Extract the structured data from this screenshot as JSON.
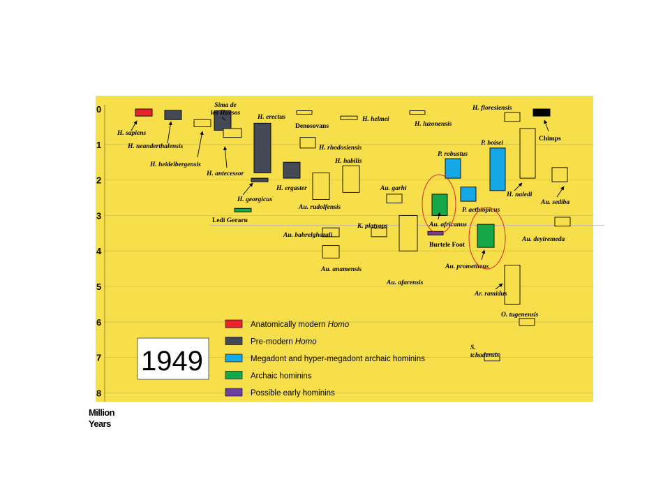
{
  "chart_data": {
    "type": "range",
    "year_label": "1949",
    "y_unit_label": [
      "Million",
      "Years"
    ],
    "y_ticks": [
      "0",
      "1",
      "2",
      "3",
      "4",
      "5",
      "6",
      "7",
      "8"
    ],
    "ylim": [
      0,
      8
    ],
    "grid": true,
    "legend": [
      {
        "label": "Anatomically modern ",
        "label_em": "Homo",
        "color": "#e8242a"
      },
      {
        "label": "Pre-modern ",
        "label_em": "Homo",
        "color": "#434a55"
      },
      {
        "label": "Megadont and hyper-megadont archaic hominins",
        "label_em": "",
        "color": "#16a8e6"
      },
      {
        "label": "Archaic hominins",
        "label_em": "",
        "color": "#16a84a"
      },
      {
        "label": "Possible early hominins",
        "label_em": "",
        "color": "#6b3fa0"
      }
    ],
    "taxa": [
      {
        "name": "H. sapiens",
        "start_mya": 0.0,
        "end_mya": 0.2,
        "group": "Anatomically modern Homo"
      },
      {
        "name": "H. neanderthalensis",
        "start_mya": 0.04,
        "end_mya": 0.3,
        "group": "Pre-modern Homo"
      },
      {
        "name": "Sima de los Huesos",
        "start_mya": 0.05,
        "end_mya": 0.6,
        "group": "Pre-modern Homo"
      },
      {
        "name": "H. heidelbergensis",
        "start_mya": 0.3,
        "end_mya": 0.5,
        "group": "unassigned"
      },
      {
        "name": "H. antecessor",
        "start_mya": 0.55,
        "end_mya": 0.8,
        "group": "unassigned"
      },
      {
        "name": "H. erectus",
        "start_mya": 0.4,
        "end_mya": 1.8,
        "group": "Pre-modern Homo"
      },
      {
        "name": "H. georgicus",
        "start_mya": 1.95,
        "end_mya": 2.05,
        "group": "Pre-modern Homo"
      },
      {
        "name": "Ledi Geraru",
        "start_mya": 2.8,
        "end_mya": 2.9,
        "group": "Archaic hominins"
      },
      {
        "name": "Denosovans",
        "start_mya": 0.05,
        "end_mya": 0.15,
        "group": "unassigned"
      },
      {
        "name": "H. rhodosiensis",
        "start_mya": 0.8,
        "end_mya": 1.1,
        "group": "unassigned"
      },
      {
        "name": "H. ergaster",
        "start_mya": 1.5,
        "end_mya": 1.95,
        "group": "Pre-modern Homo"
      },
      {
        "name": "H. habilis",
        "start_mya": 1.6,
        "end_mya": 2.35,
        "group": "unassigned"
      },
      {
        "name": "Au. rudolfensis",
        "start_mya": 1.8,
        "end_mya": 2.55,
        "group": "unassigned"
      },
      {
        "name": "H. helmei",
        "start_mya": 0.2,
        "end_mya": 0.3,
        "group": "unassigned"
      },
      {
        "name": "H. luzonensis",
        "start_mya": 0.05,
        "end_mya": 0.15,
        "group": "unassigned"
      },
      {
        "name": "Au. garhi",
        "start_mya": 2.4,
        "end_mya": 2.65,
        "group": "unassigned"
      },
      {
        "name": "Au. bahrelghazali",
        "start_mya": 3.35,
        "end_mya": 3.6,
        "group": "unassigned"
      },
      {
        "name": "K. platyops",
        "start_mya": 3.35,
        "end_mya": 3.6,
        "group": "unassigned"
      },
      {
        "name": "Au. anamensis",
        "start_mya": 3.85,
        "end_mya": 4.2,
        "group": "unassigned"
      },
      {
        "name": "Au. afarensis",
        "start_mya": 3.0,
        "end_mya": 4.0,
        "group": "unassigned"
      },
      {
        "name": "Burtele Foot",
        "start_mya": 3.45,
        "end_mya": 3.55,
        "group": "Possible early hominins"
      },
      {
        "name": "P. robustus",
        "start_mya": 1.4,
        "end_mya": 1.95,
        "group": "Megadont and hyper-megadont archaic hominins"
      },
      {
        "name": "Au. africanus",
        "start_mya": 2.4,
        "end_mya": 3.0,
        "group": "Archaic hominins"
      },
      {
        "name": "P. aethiopicus",
        "start_mya": 2.2,
        "end_mya": 2.6,
        "group": "Megadont and hyper-megadont archaic hominins"
      },
      {
        "name": "Au. prometheus",
        "start_mya": 3.25,
        "end_mya": 3.9,
        "group": "Archaic hominins"
      },
      {
        "name": "P. boisei",
        "start_mya": 1.1,
        "end_mya": 2.3,
        "group": "Megadont and hyper-megadont archaic hominins"
      },
      {
        "name": "H. naledi",
        "start_mya": 0.55,
        "end_mya": 1.95,
        "group": "unassigned"
      },
      {
        "name": "H. floresiensis",
        "start_mya": 0.1,
        "end_mya": 0.35,
        "group": "unassigned"
      },
      {
        "name": "Chimps",
        "start_mya": 0.0,
        "end_mya": 0.2,
        "group": "Chimps"
      },
      {
        "name": "Au. sediba",
        "start_mya": 1.65,
        "end_mya": 2.05,
        "group": "unassigned"
      },
      {
        "name": "Au. deyiremeda",
        "start_mya": 3.05,
        "end_mya": 3.3,
        "group": "unassigned"
      },
      {
        "name": "Ar. ramidus",
        "start_mya": 4.4,
        "end_mya": 5.5,
        "group": "unassigned"
      },
      {
        "name": "O. tugenensis",
        "start_mya": 5.9,
        "end_mya": 6.1,
        "group": "unassigned"
      },
      {
        "name": "S. tchadensis",
        "start_mya": 6.9,
        "end_mya": 7.1,
        "group": "unassigned"
      }
    ],
    "highlighted": [
      "Au. africanus",
      "Au. prometheus"
    ],
    "colors": {
      "background": "#f7de4b",
      "unassigned_fill": "#f7de4b",
      "chimps": "#000000",
      "highlight_ring": "#d9282a"
    }
  }
}
